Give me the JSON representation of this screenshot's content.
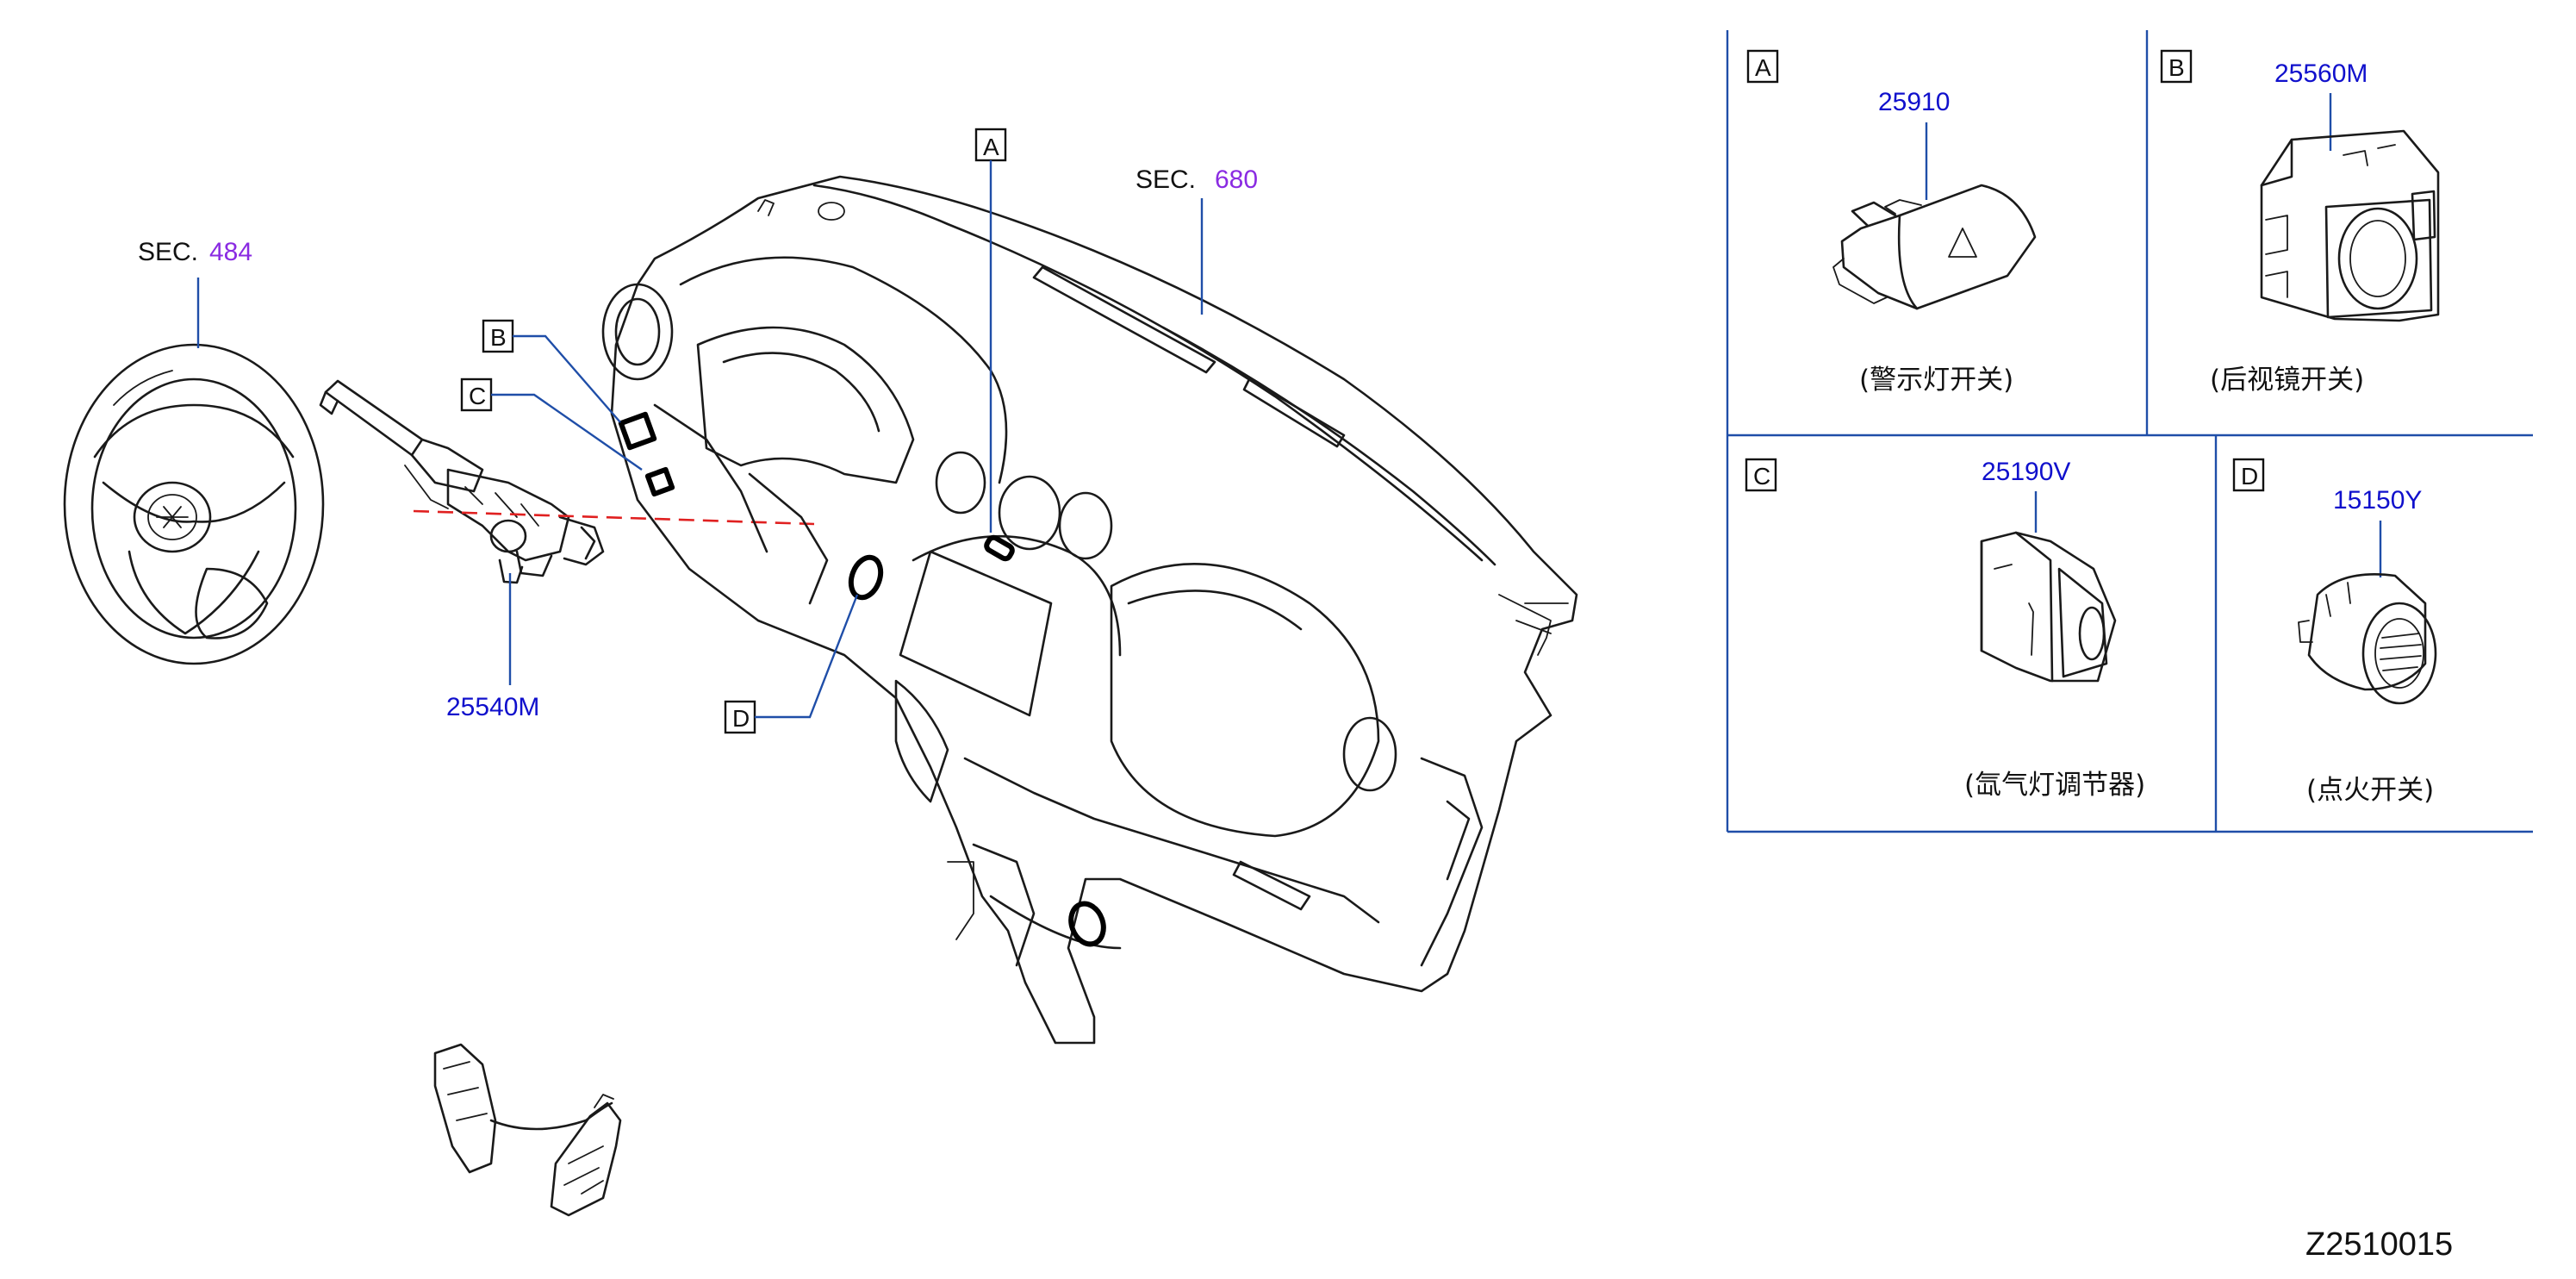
{
  "diagram_code": "Z2510015",
  "sections": [
    {
      "prefix": "SEC.",
      "number": "484"
    },
    {
      "prefix": "SEC.",
      "number": "680"
    }
  ],
  "main_parts": {
    "combination_switch": "25540M",
    "location_markers": [
      "A",
      "B",
      "C",
      "D"
    ]
  },
  "detail_panels": [
    {
      "letter": "A",
      "part_number": "25910",
      "caption": "(警示灯开关)"
    },
    {
      "letter": "B",
      "part_number": "25560M",
      "caption": "(后视镜开关)"
    },
    {
      "letter": "C",
      "part_number": "25190V",
      "caption": "(氙气灯调节器)"
    },
    {
      "letter": "D",
      "part_number": "15150Y",
      "caption": "(点火开关)"
    }
  ],
  "colors": {
    "part_number": "#1010cc",
    "section_number": "#8a2be2",
    "leader_line": "#1f4ea8",
    "dashed_line": "#e02020"
  }
}
